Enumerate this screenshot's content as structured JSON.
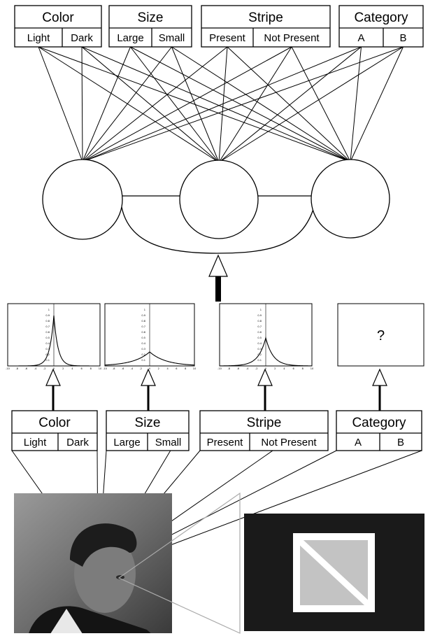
{
  "top_row": [
    {
      "title": "Color",
      "options": [
        "Light",
        "Dark"
      ]
    },
    {
      "title": "Size",
      "options": [
        "Large",
        "Small"
      ]
    },
    {
      "title": "Stripe",
      "options": [
        "Present",
        "Not Present"
      ]
    },
    {
      "title": "Category",
      "options": [
        "A",
        "B"
      ]
    }
  ],
  "bottom_row": [
    {
      "title": "Color",
      "options": [
        "Light",
        "Dark"
      ]
    },
    {
      "title": "Size",
      "options": [
        "Large",
        "Small"
      ]
    },
    {
      "title": "Stripe",
      "options": [
        "Present",
        "Not Present"
      ]
    },
    {
      "title": "Category",
      "options": [
        "A",
        "B"
      ]
    }
  ],
  "unknown_plot_label": "?",
  "plots": {
    "x_ticks": [
      "-10",
      "-8",
      "-6",
      "-4",
      "-2",
      "0",
      "2",
      "4",
      "6",
      "8",
      "10"
    ],
    "y_ticks": [
      "0.1",
      "0.2",
      "0.3",
      "0.4",
      "0.5",
      "0.6",
      "0.7",
      "0.8",
      "0.9",
      "1"
    ],
    "peaks": [
      0.9,
      0.25,
      0.5
    ]
  },
  "colors": {
    "photo_panel_bg": "#1a1a1a",
    "square_fill": "#c3c3c3"
  }
}
